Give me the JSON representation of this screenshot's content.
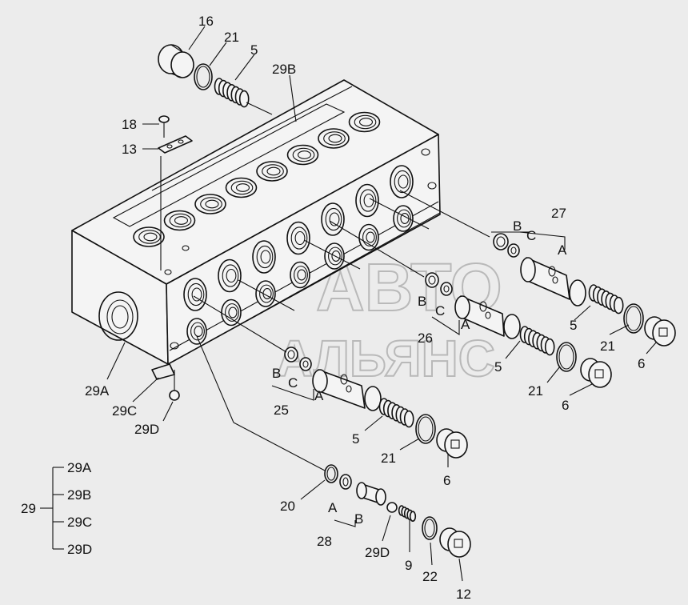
{
  "labels": {
    "p16": "16",
    "p21a": "21",
    "p5a": "5",
    "p29B": "29B",
    "p18": "18",
    "p13": "13",
    "p27": "27",
    "p27B": "B",
    "p27C": "C",
    "p27A": "A",
    "p26B": "B",
    "p26C": "C",
    "p26A": "A",
    "p26": "26",
    "p5b": "5",
    "p21b": "21",
    "p6a": "6",
    "p5c": "5",
    "p21c": "21",
    "p6b": "6",
    "p25B": "B",
    "p25C": "C",
    "p25A": "A",
    "p25": "25",
    "p5d": "5",
    "p21d": "21",
    "p6c": "6",
    "p29A": "29A",
    "p29C": "29C",
    "p29D": "29D",
    "p20": "20",
    "p28A": "A",
    "p28B": "B",
    "p28": "28",
    "p29D2": "29D",
    "p9": "9",
    "p22": "22",
    "p12": "12"
  },
  "legend": {
    "root": "29",
    "items": [
      "29A",
      "29B",
      "29C",
      "29D"
    ]
  },
  "watermark": {
    "line1": "АВТО",
    "line2": "АЛЬЯНС"
  }
}
